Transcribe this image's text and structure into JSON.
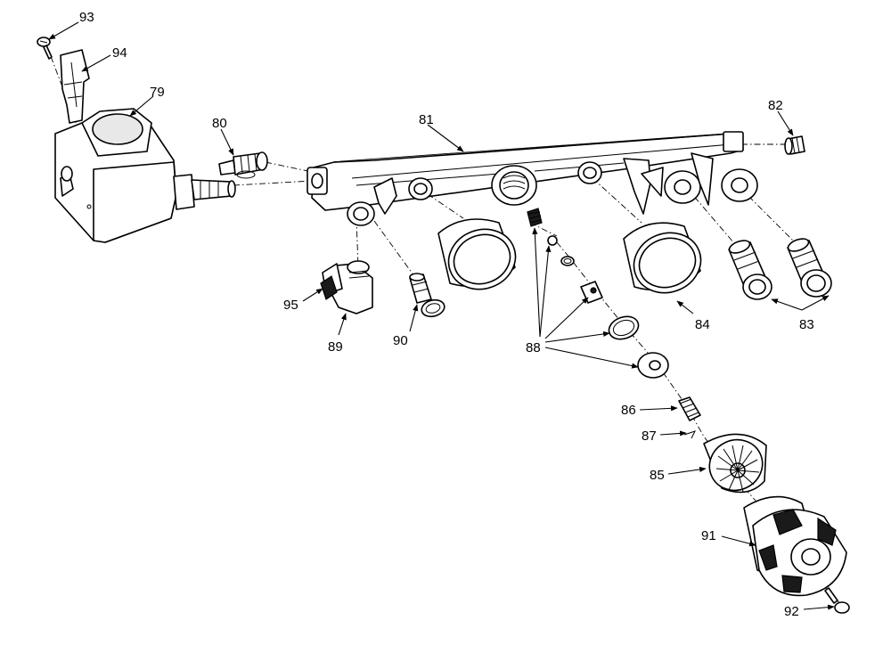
{
  "callouts": [
    {
      "id": "c93",
      "text": "93"
    },
    {
      "id": "c94",
      "text": "94"
    },
    {
      "id": "c79",
      "text": "79"
    },
    {
      "id": "c80",
      "text": "80"
    },
    {
      "id": "c81",
      "text": "81"
    },
    {
      "id": "c82",
      "text": "82"
    },
    {
      "id": "c83",
      "text": "83"
    },
    {
      "id": "c84",
      "text": "84"
    },
    {
      "id": "c85",
      "text": "85"
    },
    {
      "id": "c86",
      "text": "86"
    },
    {
      "id": "c87",
      "text": "87"
    },
    {
      "id": "c88",
      "text": "88"
    },
    {
      "id": "c89",
      "text": "89"
    },
    {
      "id": "c90",
      "text": "90"
    },
    {
      "id": "c91",
      "text": "91"
    },
    {
      "id": "c92",
      "text": "92"
    },
    {
      "id": "c95",
      "text": "95"
    }
  ]
}
